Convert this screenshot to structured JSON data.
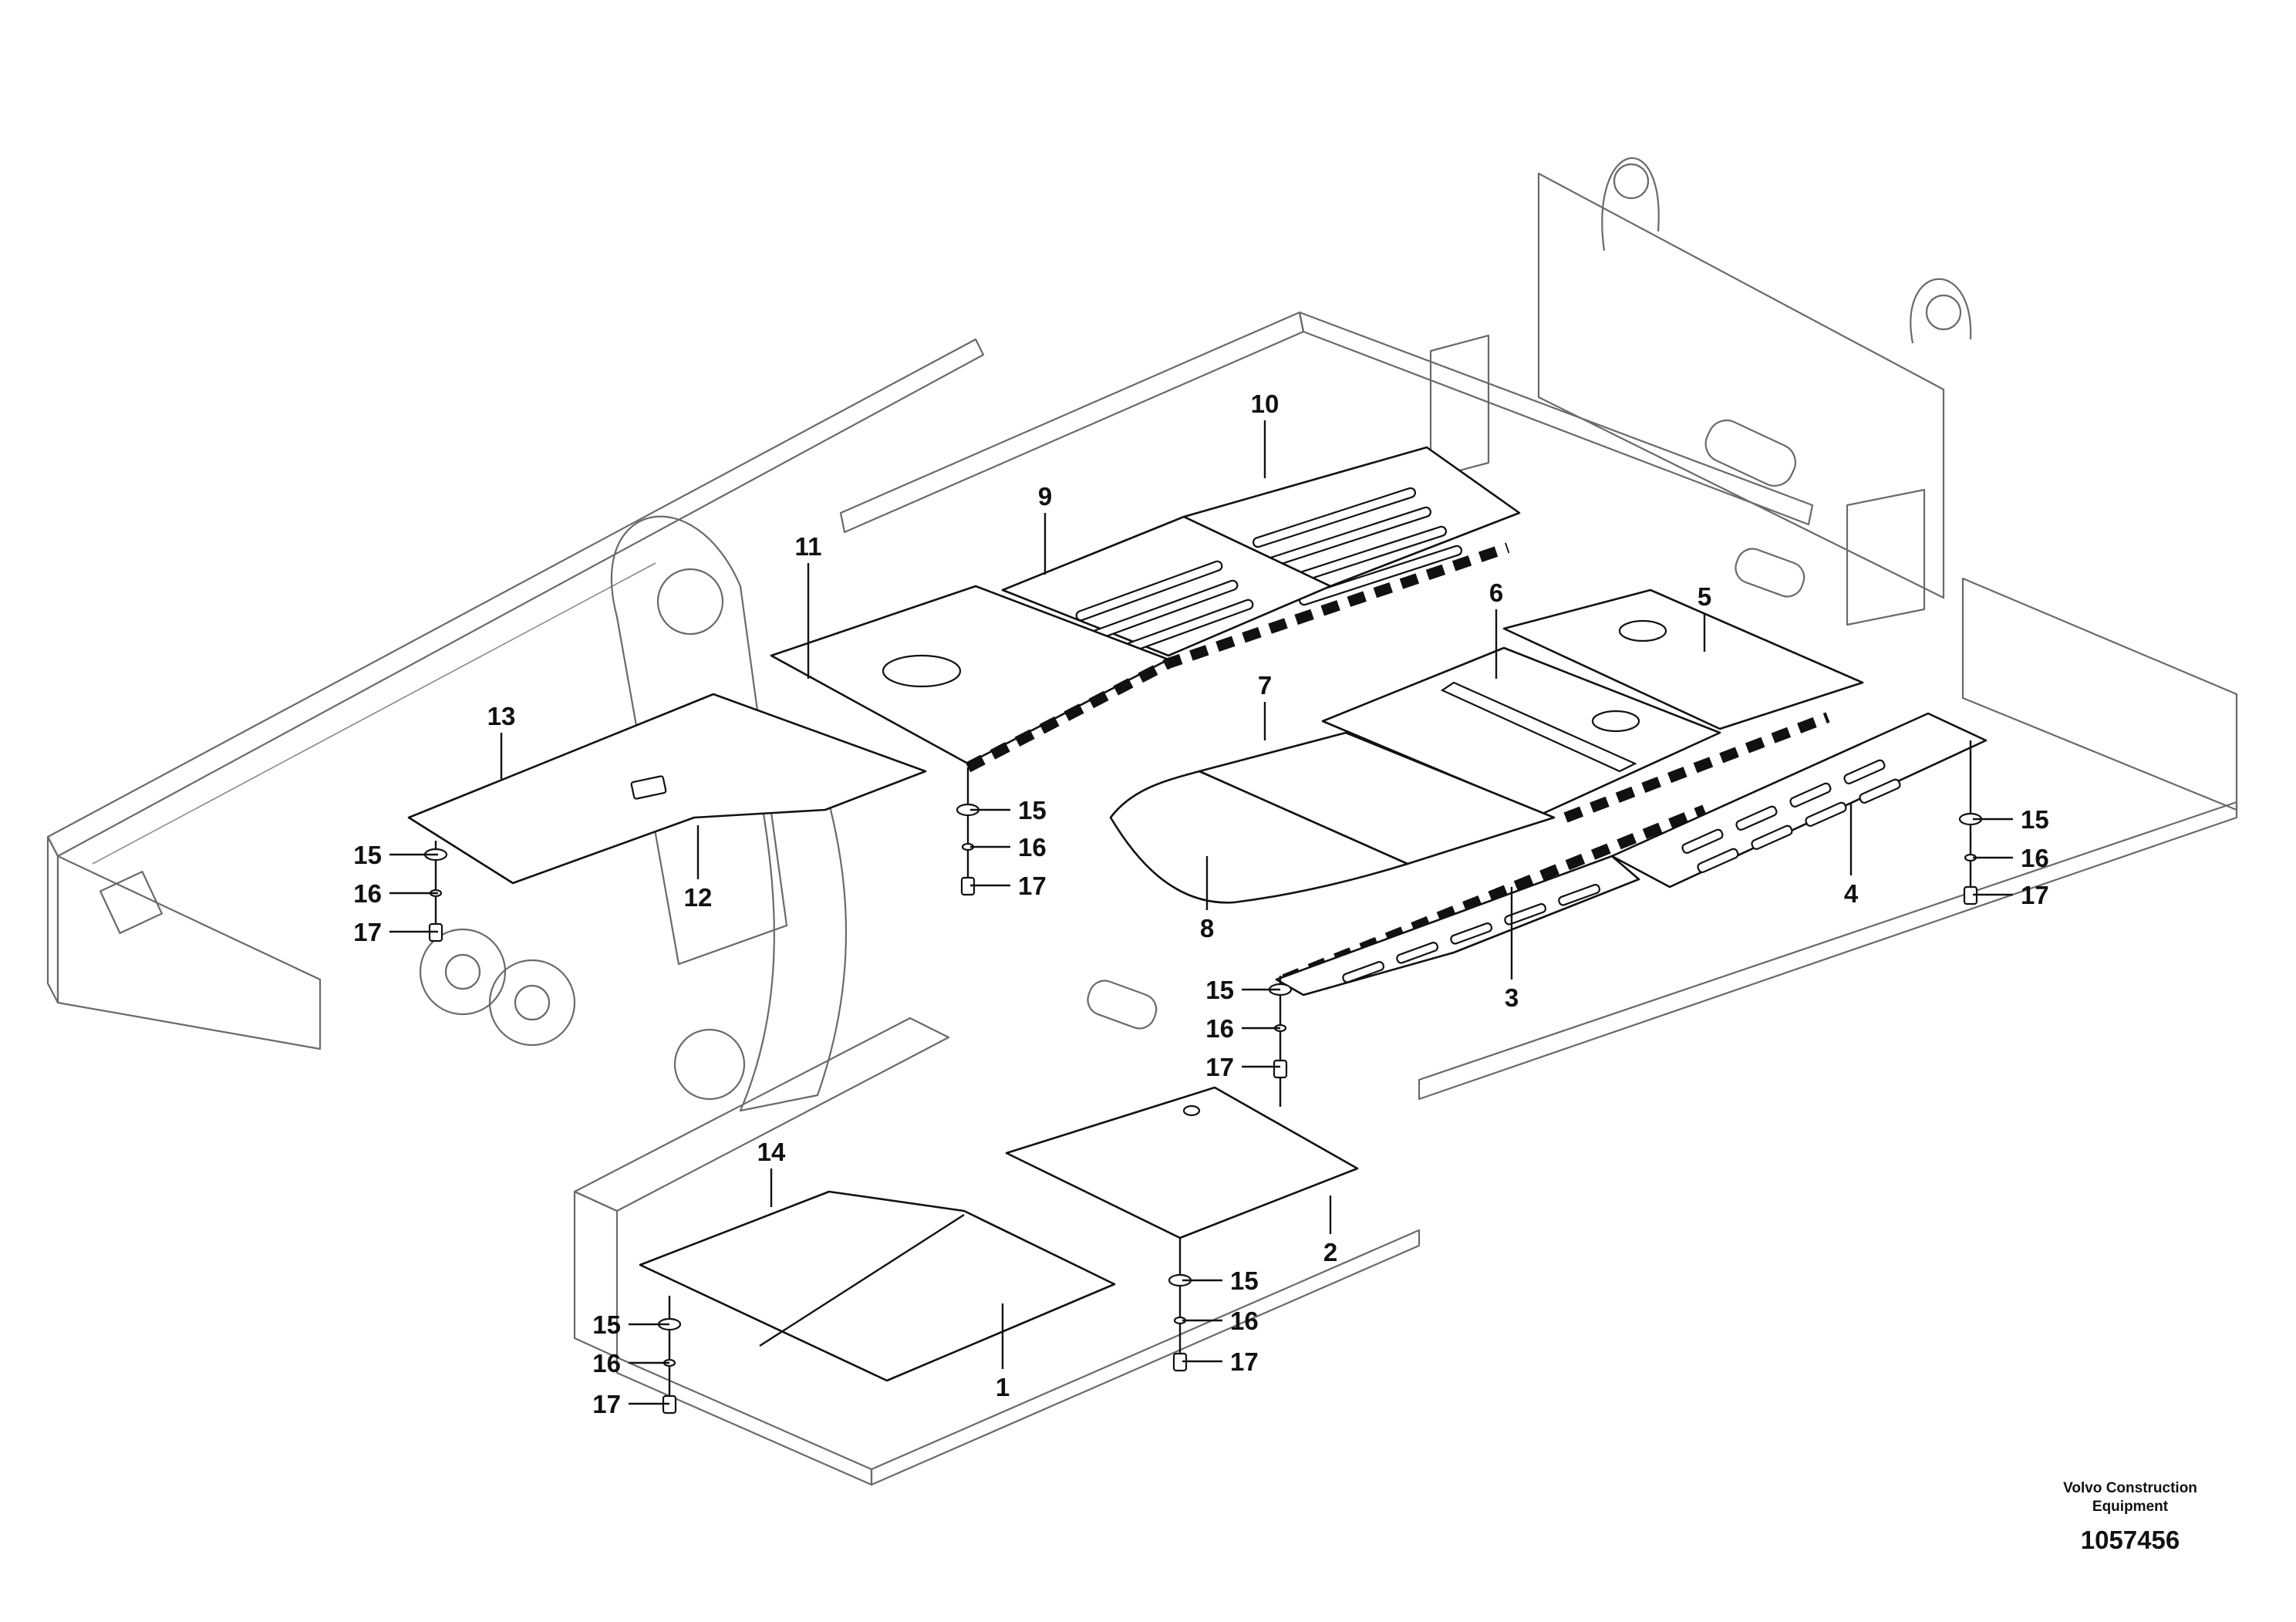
{
  "callouts": [
    {
      "id": "c1",
      "text": "1"
    },
    {
      "id": "c2",
      "text": "2"
    },
    {
      "id": "c3",
      "text": "3"
    },
    {
      "id": "c4",
      "text": "4"
    },
    {
      "id": "c5",
      "text": "5"
    },
    {
      "id": "c6",
      "text": "6"
    },
    {
      "id": "c7",
      "text": "7"
    },
    {
      "id": "c8",
      "text": "8"
    },
    {
      "id": "c9",
      "text": "9"
    },
    {
      "id": "c10",
      "text": "10"
    },
    {
      "id": "c11",
      "text": "11"
    },
    {
      "id": "c12",
      "text": "12"
    },
    {
      "id": "c13",
      "text": "13"
    },
    {
      "id": "c14",
      "text": "14"
    }
  ],
  "hardware_labels": {
    "washer": "15",
    "spacer": "16",
    "bolt": "17"
  },
  "footer": {
    "brand_line1": "Volvo Construction",
    "brand_line2": "Equipment",
    "doc_number": "1057456"
  }
}
